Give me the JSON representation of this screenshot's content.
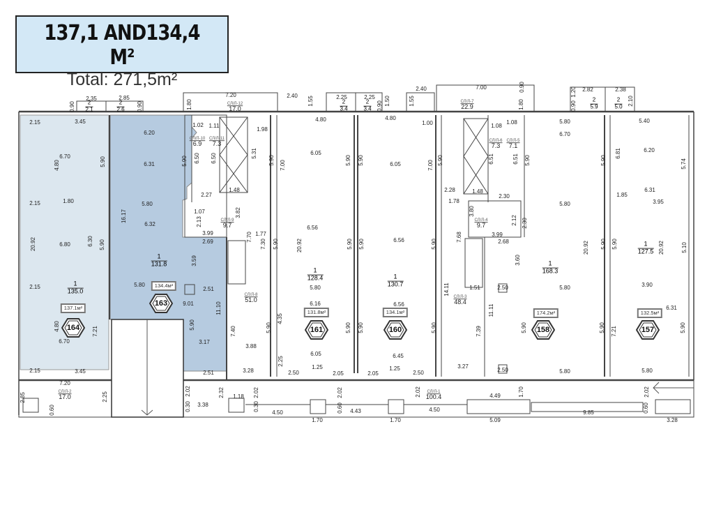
{
  "header": {
    "title": "137,1 AND134,4 M²",
    "subtitle": "Total: 271,5m²"
  },
  "colors": {
    "unit_164": "#dce7ef",
    "unit_163": "#b6cbe0",
    "title_bg": "#d3e8f6"
  },
  "units": [
    {
      "id": "164",
      "area": "137.1м²",
      "room_no": "1",
      "room_area": "135.0"
    },
    {
      "id": "163",
      "area": "134.4м²",
      "room_no": "1",
      "room_area": "131.8"
    },
    {
      "id": "161",
      "area": "131.8м²",
      "room_no": "1",
      "room_area": "128.4"
    },
    {
      "id": "160",
      "area": "134.1м²",
      "room_no": "1",
      "room_area": "130.7"
    },
    {
      "id": "158",
      "area": "174.2м²",
      "room_no": "1",
      "room_area": "168.3"
    },
    {
      "id": "157",
      "area": "132.5м²",
      "room_no": "1",
      "room_area": "127.5"
    }
  ],
  "service_rooms": [
    {
      "code": "СЛ/Л-10",
      "area": "6.9"
    },
    {
      "code": "СЛ/Л-11",
      "area": "7.3"
    },
    {
      "code": "СЛ/Л-12",
      "area": "17.0"
    },
    {
      "code": "СЛ/Л-9",
      "area": "9.7"
    },
    {
      "code": "СЛ/Л-8",
      "area": "51.0"
    },
    {
      "code": "СЛ/Л-7",
      "area": "22.9"
    },
    {
      "code": "СЛ/Л-6",
      "area": "7.3"
    },
    {
      "code": "СЛ/Л-5",
      "area": "7.1"
    },
    {
      "code": "СЛ/Л-4",
      "area": "9.7"
    },
    {
      "code": "СЛ/Л-3",
      "area": "48.4"
    },
    {
      "code": "СЛ/Л-2",
      "area": "17.0"
    },
    {
      "code": "СЛ/Л-1",
      "area": "100.4"
    }
  ],
  "small_rooms": [
    {
      "no": "2",
      "area": "2.1"
    },
    {
      "no": "2",
      "area": "2.6"
    },
    {
      "no": "2",
      "area": "3.4"
    },
    {
      "no": "2",
      "area": "3.4"
    },
    {
      "no": "2",
      "area": "5.9"
    },
    {
      "no": "2",
      "area": "5.0"
    }
  ],
  "dimensions": [
    "2.35",
    "2.85",
    "0.90",
    "0.90",
    "2.15",
    "3.45",
    "6.20",
    "4.80",
    "6.70",
    "5.90",
    "6.31",
    "5.90",
    "2.15",
    "1.80",
    "5.80",
    "16.17",
    "1.80",
    "1.02",
    "1.11",
    "6.50",
    "6.50",
    "2.27",
    "1.07",
    "2.13",
    "20.92",
    "6.80",
    "6.30",
    "5.90",
    "6.32",
    "2.69",
    "3.59",
    "5.80",
    "2.51",
    "9.01",
    "11.10",
    "2.15",
    "4.80",
    "7.21",
    "6.70",
    "5.90",
    "3.17",
    "2.15",
    "3.45",
    "2.51",
    "7.20",
    "2.85",
    "2.25",
    "2.02",
    "2.32",
    "0.60",
    "0.30",
    "3.38",
    "7.20",
    "2.40",
    "1.55",
    "2.25",
    "2.25",
    "0.90",
    "1.50",
    "2.40",
    "1.55",
    "4.80",
    "4.80",
    "1.00",
    "1.98",
    "5.31",
    "5.90",
    "7.00",
    "6.05",
    "5.90",
    "5.90",
    "6.05",
    "7.00",
    "5.90",
    "2.28",
    "1.78",
    "1.48",
    "3.82",
    "1.77",
    "7.70",
    "7.30",
    "5.90",
    "20.92",
    "6.56",
    "6.56",
    "5.90",
    "5.90",
    "5.90",
    "7.68",
    "14.11",
    "1.51",
    "5.80",
    "6.16",
    "6.56",
    "7.40",
    "5.90",
    "4.35",
    "3.88",
    "6.05",
    "6.45",
    "5.90",
    "5.90",
    "5.90",
    "2.25",
    "3.28",
    "1.25",
    "1.25",
    "2.50",
    "2.05",
    "2.05",
    "2.50",
    "3.27",
    "2.02",
    "1.18",
    "0.30",
    "4.50",
    "2.02",
    "0.60",
    "4.43",
    "4.50",
    "1.70",
    "1.70",
    "2.02",
    "7.00",
    "0.90",
    "1.80",
    "1.20",
    "2.82",
    "2.38",
    "0.90",
    "2.10",
    "5.80",
    "5.40",
    "6.70",
    "1.08",
    "1.08",
    "6.51",
    "6.51",
    "5.90",
    "5.90",
    "6.81",
    "6.20",
    "5.74",
    "1.48",
    "2.30",
    "6.31",
    "1.85",
    "3.95",
    "5.80",
    "3.80",
    "3.99",
    "2.12",
    "2.30",
    "2.68",
    "20.92",
    "5.90",
    "5.90",
    "20.92",
    "5.10",
    "3.60",
    "2.50",
    "5.80",
    "3.90",
    "6.31",
    "11.11",
    "7.39",
    "5.90",
    "5.90",
    "7.21",
    "5.90",
    "2.50",
    "5.80",
    "5.80",
    "1.70",
    "2.02",
    "4.49",
    "0.60",
    "9.85",
    "5.09",
    "3.28",
    "3.99"
  ]
}
